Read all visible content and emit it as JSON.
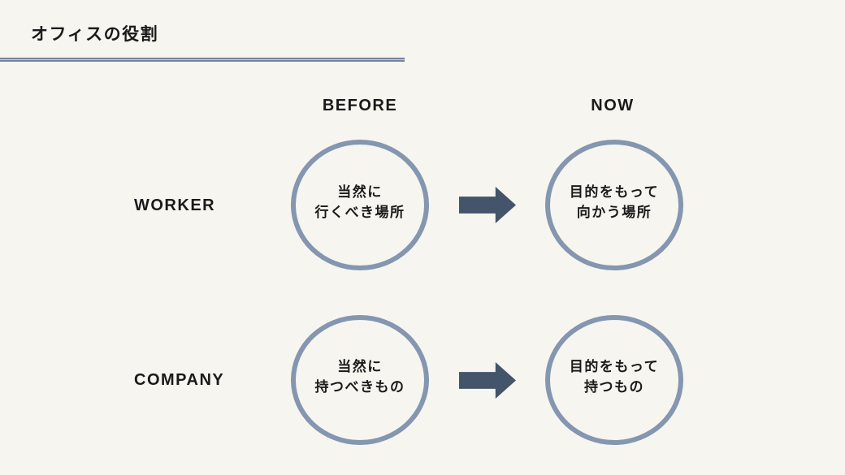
{
  "title": "オフィスの役割",
  "columns": {
    "before": "BEFORE",
    "now": "NOW"
  },
  "rows": [
    {
      "label": "WORKER",
      "before": {
        "line1": "当然に",
        "line2": "行くべき場所"
      },
      "now": {
        "line1": "目的をもって",
        "line2": "向かう場所"
      }
    },
    {
      "label": "COMPANY",
      "before": {
        "line1": "当然に",
        "line2": "持つべきもの"
      },
      "now": {
        "line1": "目的をもって",
        "line2": "持つもの"
      }
    }
  ],
  "icons": {
    "arrow": "right-block-arrow"
  },
  "colors": {
    "background": "#F7F5F0",
    "circle_border": "#8496B0",
    "arrow": "#44546A",
    "title_rule": "#76839B",
    "text": "#1A1A1A"
  }
}
